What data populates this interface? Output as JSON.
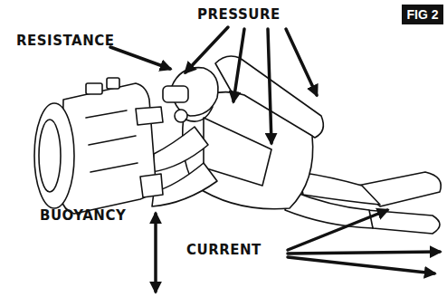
{
  "diagram": {
    "nodes": [
      {
        "text": [
          "FIG 2"
        ]
      }
    ],
    "labels": [
      "PRESSURE",
      "RESISTANCE",
      "BUOYANCY",
      "CURRENT"
    ]
  }
}
